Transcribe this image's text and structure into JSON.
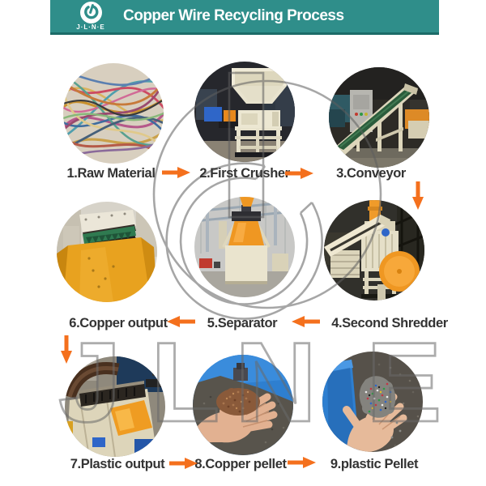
{
  "header": {
    "logo_text": "J·L·N·E",
    "title": "Copper Wire Recycling Process"
  },
  "steps": [
    {
      "label": "1.Raw Material",
      "photo": "tangled colorful scrap cable wires"
    },
    {
      "label": "2.First Crusher",
      "photo": "crusher machine with feed hopper"
    },
    {
      "label": "3.Conveyor",
      "photo": "inclined green belt conveyor"
    },
    {
      "label": "4.Second Shredder",
      "photo": "shredder with orange cyclone disc and feed conveyor"
    },
    {
      "label": "5.Separator",
      "photo": "separator machine with orange hopper"
    },
    {
      "label": "6.Copper output",
      "photo": "yellow copper discharge chute with green comb"
    },
    {
      "label": "7.Plastic output",
      "photo": "plastic discharge outlet with brush roller"
    },
    {
      "label": "8.Copper pellet",
      "photo": "hand holding copper granules over blue bin"
    },
    {
      "label": "9.plastic Pellet",
      "photo": "hand holding mixed colored plastic granules"
    }
  ],
  "arrows": [
    {
      "from": 1,
      "to": 2,
      "direction": "right"
    },
    {
      "from": 2,
      "to": 3,
      "direction": "right"
    },
    {
      "from": 3,
      "to": 4,
      "direction": "down"
    },
    {
      "from": 4,
      "to": 5,
      "direction": "left"
    },
    {
      "from": 5,
      "to": 6,
      "direction": "left"
    },
    {
      "from": 6,
      "to": 7,
      "direction": "down"
    },
    {
      "from": 7,
      "to": 8,
      "direction": "right"
    },
    {
      "from": 8,
      "to": 9,
      "direction": "right"
    }
  ],
  "watermark": {
    "letters": [
      "J",
      "L",
      "N",
      "E"
    ]
  },
  "colors": {
    "header_teal": "#2f8e8a",
    "header_shadow": "#1c6b68",
    "arrow_orange": "#f4701d",
    "label_text": "#333333",
    "watermark_gray": "#5f5f5f"
  }
}
